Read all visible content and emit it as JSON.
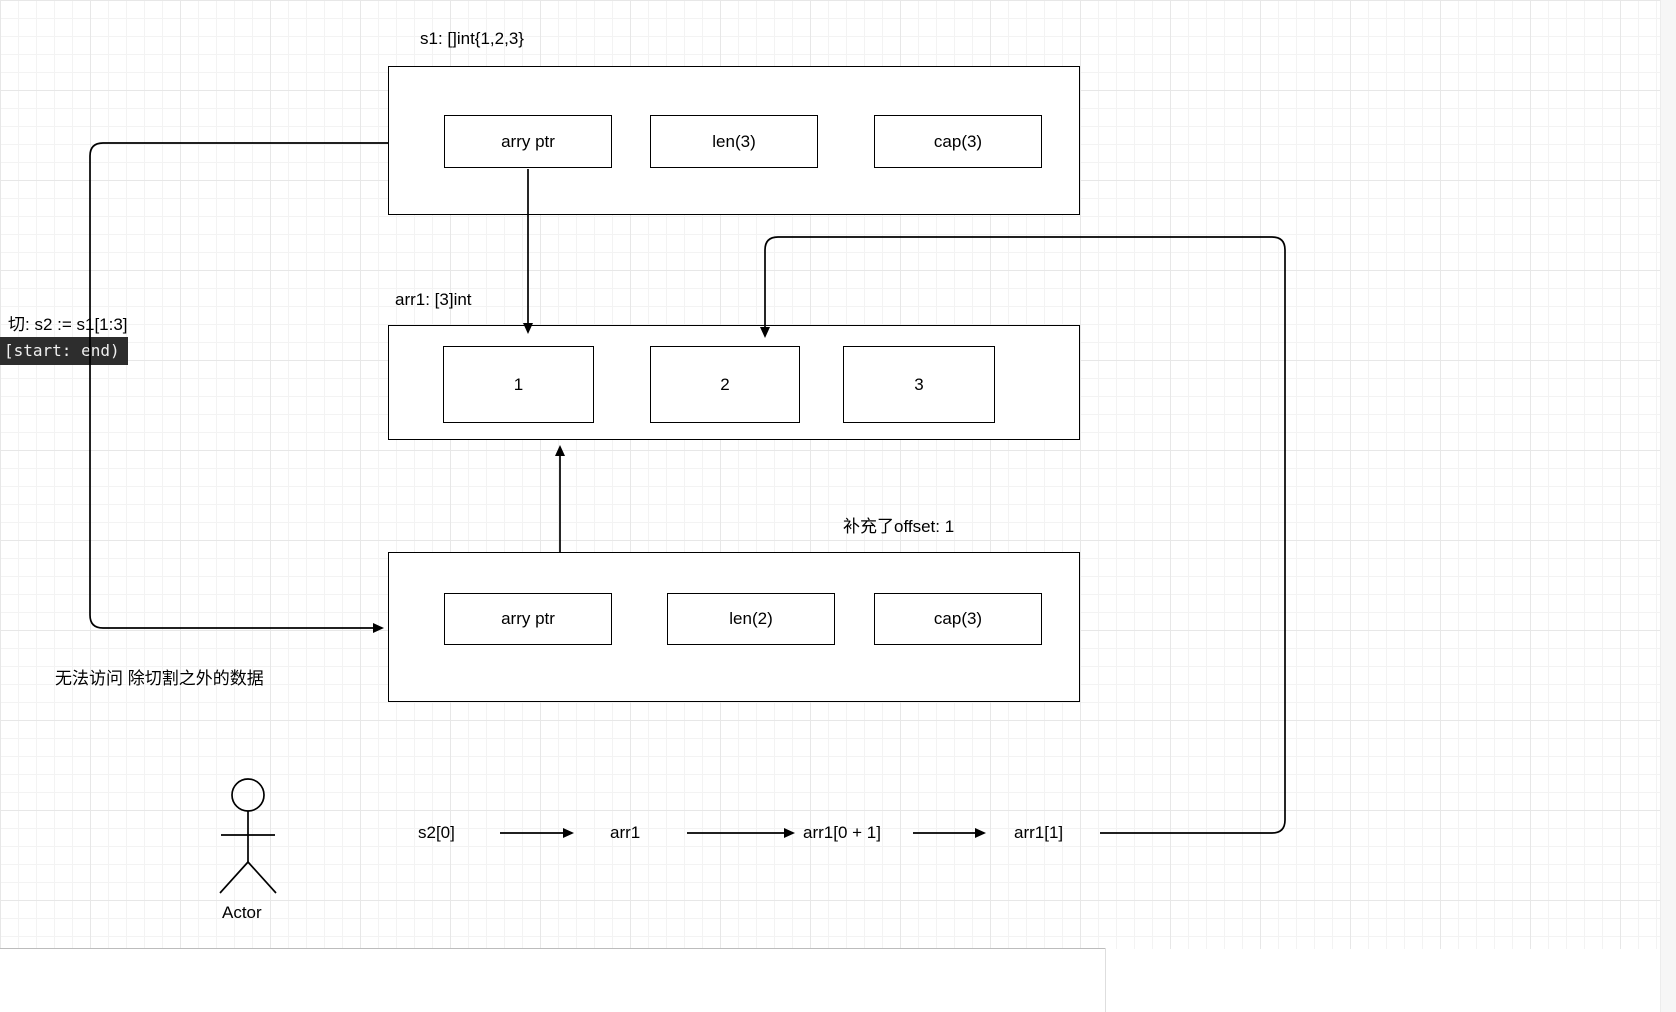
{
  "canvas": {
    "s1": {
      "title": "s1: []int{1,2,3}",
      "cells": [
        "arry ptr",
        "len(3)",
        "cap(3)"
      ]
    },
    "arr1": {
      "title": "arr1: [3]int",
      "cells": [
        "1",
        "2",
        "3"
      ]
    },
    "s2": {
      "title": "补充了offset: 1",
      "cells": [
        "arry ptr",
        "len(2)",
        "cap(3)"
      ]
    },
    "notes": {
      "slice_expr": "切:  s2 := s1[1:3]",
      "range_badge": "[start: end)",
      "no_access": "无法访问 除切割之外的数据"
    },
    "actor": {
      "label": "Actor"
    },
    "flow": {
      "steps": [
        "s2[0]",
        "arr1",
        "arr1[0 + 1]",
        "arr1[1]"
      ]
    },
    "colors": {
      "stroke": "#000000",
      "badge_bg": "#2d2d2d",
      "badge_text": "#f0f0f0"
    }
  }
}
